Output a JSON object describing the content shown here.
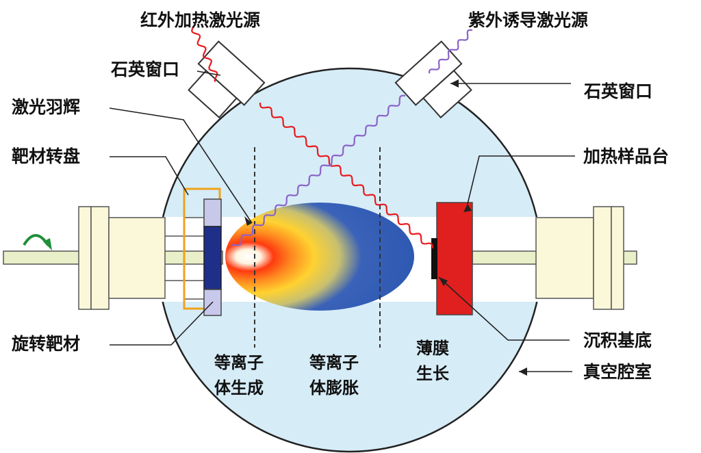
{
  "labels": {
    "ir_laser": "红外加热激光源",
    "uv_laser": "紫外诱导激光源",
    "quartz_window_left": "石英窗口",
    "quartz_window_right": "石英窗口",
    "plume": "激光羽辉",
    "target_carousel": "靶材转盘",
    "rotating_target": "旋转靶材",
    "heated_stage": "加热样品台",
    "substrate": "沉积基底",
    "vacuum_chamber": "真空腔室",
    "plasma_generation": [
      "等离子",
      "体生成"
    ],
    "plasma_expansion": [
      "等离子",
      "体膨胀"
    ],
    "film_growth": [
      "薄膜",
      "生长"
    ]
  },
  "colors": {
    "chamber_fill": "#d6ecf7",
    "chamber_stroke": "#222222",
    "ir_beam": "#e8191c",
    "uv_beam": "#8a63c9",
    "plume_outer": "#2f5fb8",
    "plume_core": "#ffffff",
    "heater": "#e0201e",
    "target": "#1e2f8a",
    "carousel_frame": "#f0a21a",
    "flange": "#fbf7d9",
    "rotation_arrow": "#1f8f3a"
  }
}
